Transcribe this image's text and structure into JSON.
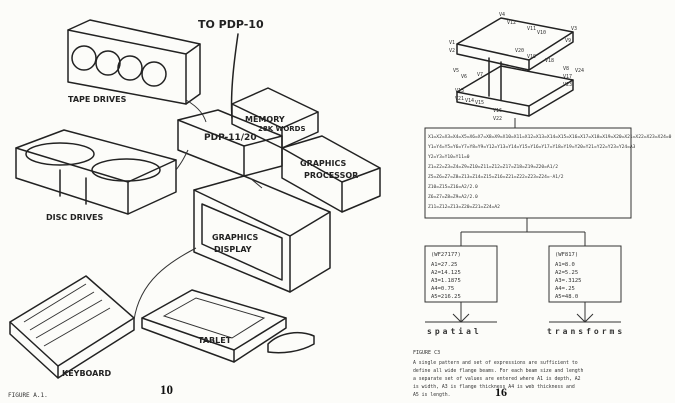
{
  "left_page": {
    "labels": {
      "to_pdp10": "TO PDP-10",
      "tape_drives": "TAPE DRIVES",
      "memory": "MEMORY",
      "memory_size": "28K WORDS",
      "pdp11": "PDP-11/20",
      "graphics_processor_1": "GRAPHICS",
      "graphics_processor_2": "PROCESSOR",
      "disc_drives": "DISC DRIVES",
      "graphics_display_1": "GRAPHICS",
      "graphics_display_2": "DISPLAY",
      "tablet": "TABLET",
      "keyboard": "KEYBOARD"
    },
    "caption": "FIGURE A.1.",
    "page_number": "10"
  },
  "right_page": {
    "vertex_labels": [
      "V4",
      "V12",
      "V11",
      "V10",
      "V3",
      "V9",
      "V1",
      "V2",
      "V20",
      "V19",
      "V18",
      "V8",
      "V5",
      "V6",
      "V7",
      "V17",
      "V23",
      "V24",
      "V13",
      "V21",
      "V14",
      "V15",
      "V16",
      "V22"
    ],
    "expressions": [
      "X1=X2=X3=X4=X5=X6=X7=X8=X9=X10=X11=X12=X13=X14=X15=X16=X17=X18=X19=X20=X21=X22=X23=X24=0",
      "Y1=Y4=Y5=Y6=Y7=Y8=Y9=Y12=Y13=Y14=Y15=Y16=Y17=Y18=Y19=Y20=Y21=Y22=Y23=Y24=A3",
      "Y2=Y3=Y10=Y11=0",
      "Z1=Z2=Z3=Z4=Z9=Z10=Z11=Z12=Z17=Z18=Z19=Z20=A1/2",
      "Z5=Z6=Z7=Z8=Z13=Z14=Z15=Z16=Z21=Z22=Z23=Z24=-A1/2",
      "Z10=Z15=Z16=A2/2.0",
      "Z6=Z7=Z8=Z9=A2/2.0",
      "Z11=Z12=Z13=Z20=Z21=Z24=A2"
    ],
    "spatial": {
      "header": "(WF27177)",
      "values": [
        "A1=27.25",
        "A2=14.125",
        "A3=1.1875",
        "A4=0.75",
        "A5=216.25"
      ],
      "label": "spatial"
    },
    "transforms": {
      "header": "(WF817)",
      "values": [
        "A1=8.0",
        "A2=5.25",
        "A3=.3125",
        "A4=.25",
        "A5=48.0"
      ],
      "label": "transforms"
    },
    "figure_title": "FIGURE C3",
    "caption_lines": [
      "A single pattern and set of expressions are sufficient to",
      "define all wide flange beams. For each beam size and length",
      "a separate set of values are entered where A1 is depth, A2",
      "is width, A3 is flange thickness A4 is web thickness and",
      "A5 is length."
    ],
    "page_number": "16"
  }
}
